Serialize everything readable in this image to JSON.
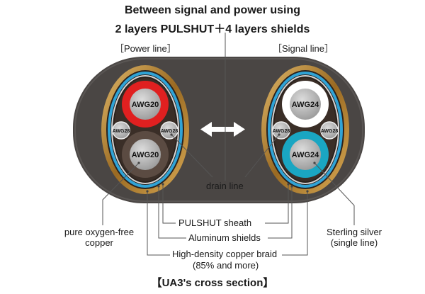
{
  "title_line1": "Between signal and power using",
  "title_line2": "2 layers PULSHUT＋4 layers shields",
  "power_line_label": "［Power line］",
  "signal_line_label": "［Signal line］",
  "conductors": {
    "power_top": "AWG20",
    "power_bottom": "AWG20",
    "power_drain_left": "AWG28",
    "power_drain_right": "AWG28",
    "signal_top": "AWG24",
    "signal_bottom": "AWG24",
    "signal_drain_left": "AWG28",
    "signal_drain_right": "AWG28"
  },
  "callouts": {
    "drain_line": "drain line",
    "pulshut_sheath": "PULSHUT sheath",
    "aluminum_shields": "Aluminum shields",
    "copper_braid_line1": "High-density copper braid",
    "copper_braid_line2": "(85% and more)",
    "pure_copper_line1": "pure oxygen-free",
    "pure_copper_line2": "copper",
    "sterling_silver_line1": "Sterling silver",
    "sterling_silver_line2": "(single line)"
  },
  "caption": "【UA3's cross section】",
  "colors": {
    "jacket": "#4a4644",
    "braid_gold": "#b8893a",
    "shield_blue": "#2fa3d6",
    "power_red": "#e02020",
    "signal_cyan": "#1aa6c2",
    "conductor_gray": "#b4b4b4"
  }
}
